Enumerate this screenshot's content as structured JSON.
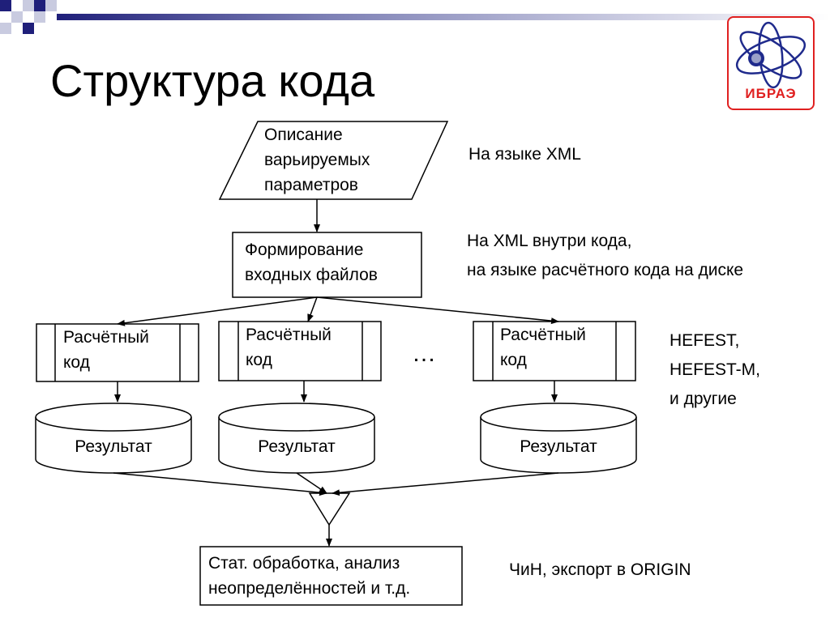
{
  "slide": {
    "title": "Структура кода",
    "logo_text": "ИБРАЭ"
  },
  "diagram": {
    "input_node": "Описание\nварьируемых\nпараметров",
    "form_node": "Формирование\nвходных файлов",
    "calc_nodes": [
      "Расчётный\nкод",
      "Расчётный\nкод",
      "Расчётный\nкод"
    ],
    "ellipsis": "…",
    "result_nodes": [
      "Результат",
      "Результат",
      "Результат"
    ],
    "stat_node": "Стат. обработка, анализ\nнеопределённостей и т.д."
  },
  "notes": {
    "input": "На языке XML",
    "form": "На XML внутри кода,\nна языке расчётного кода на диске",
    "calc": "HEFEST,\nHEFEST-M,\nи другие",
    "stat": "ЧиН, экспорт в ORIGIN"
  },
  "colors": {
    "corner_blue": "#1f1f7a",
    "corner_light": "#b8bbd8",
    "logo_red": "#e02020",
    "logo_navy": "#1f2a8c"
  }
}
